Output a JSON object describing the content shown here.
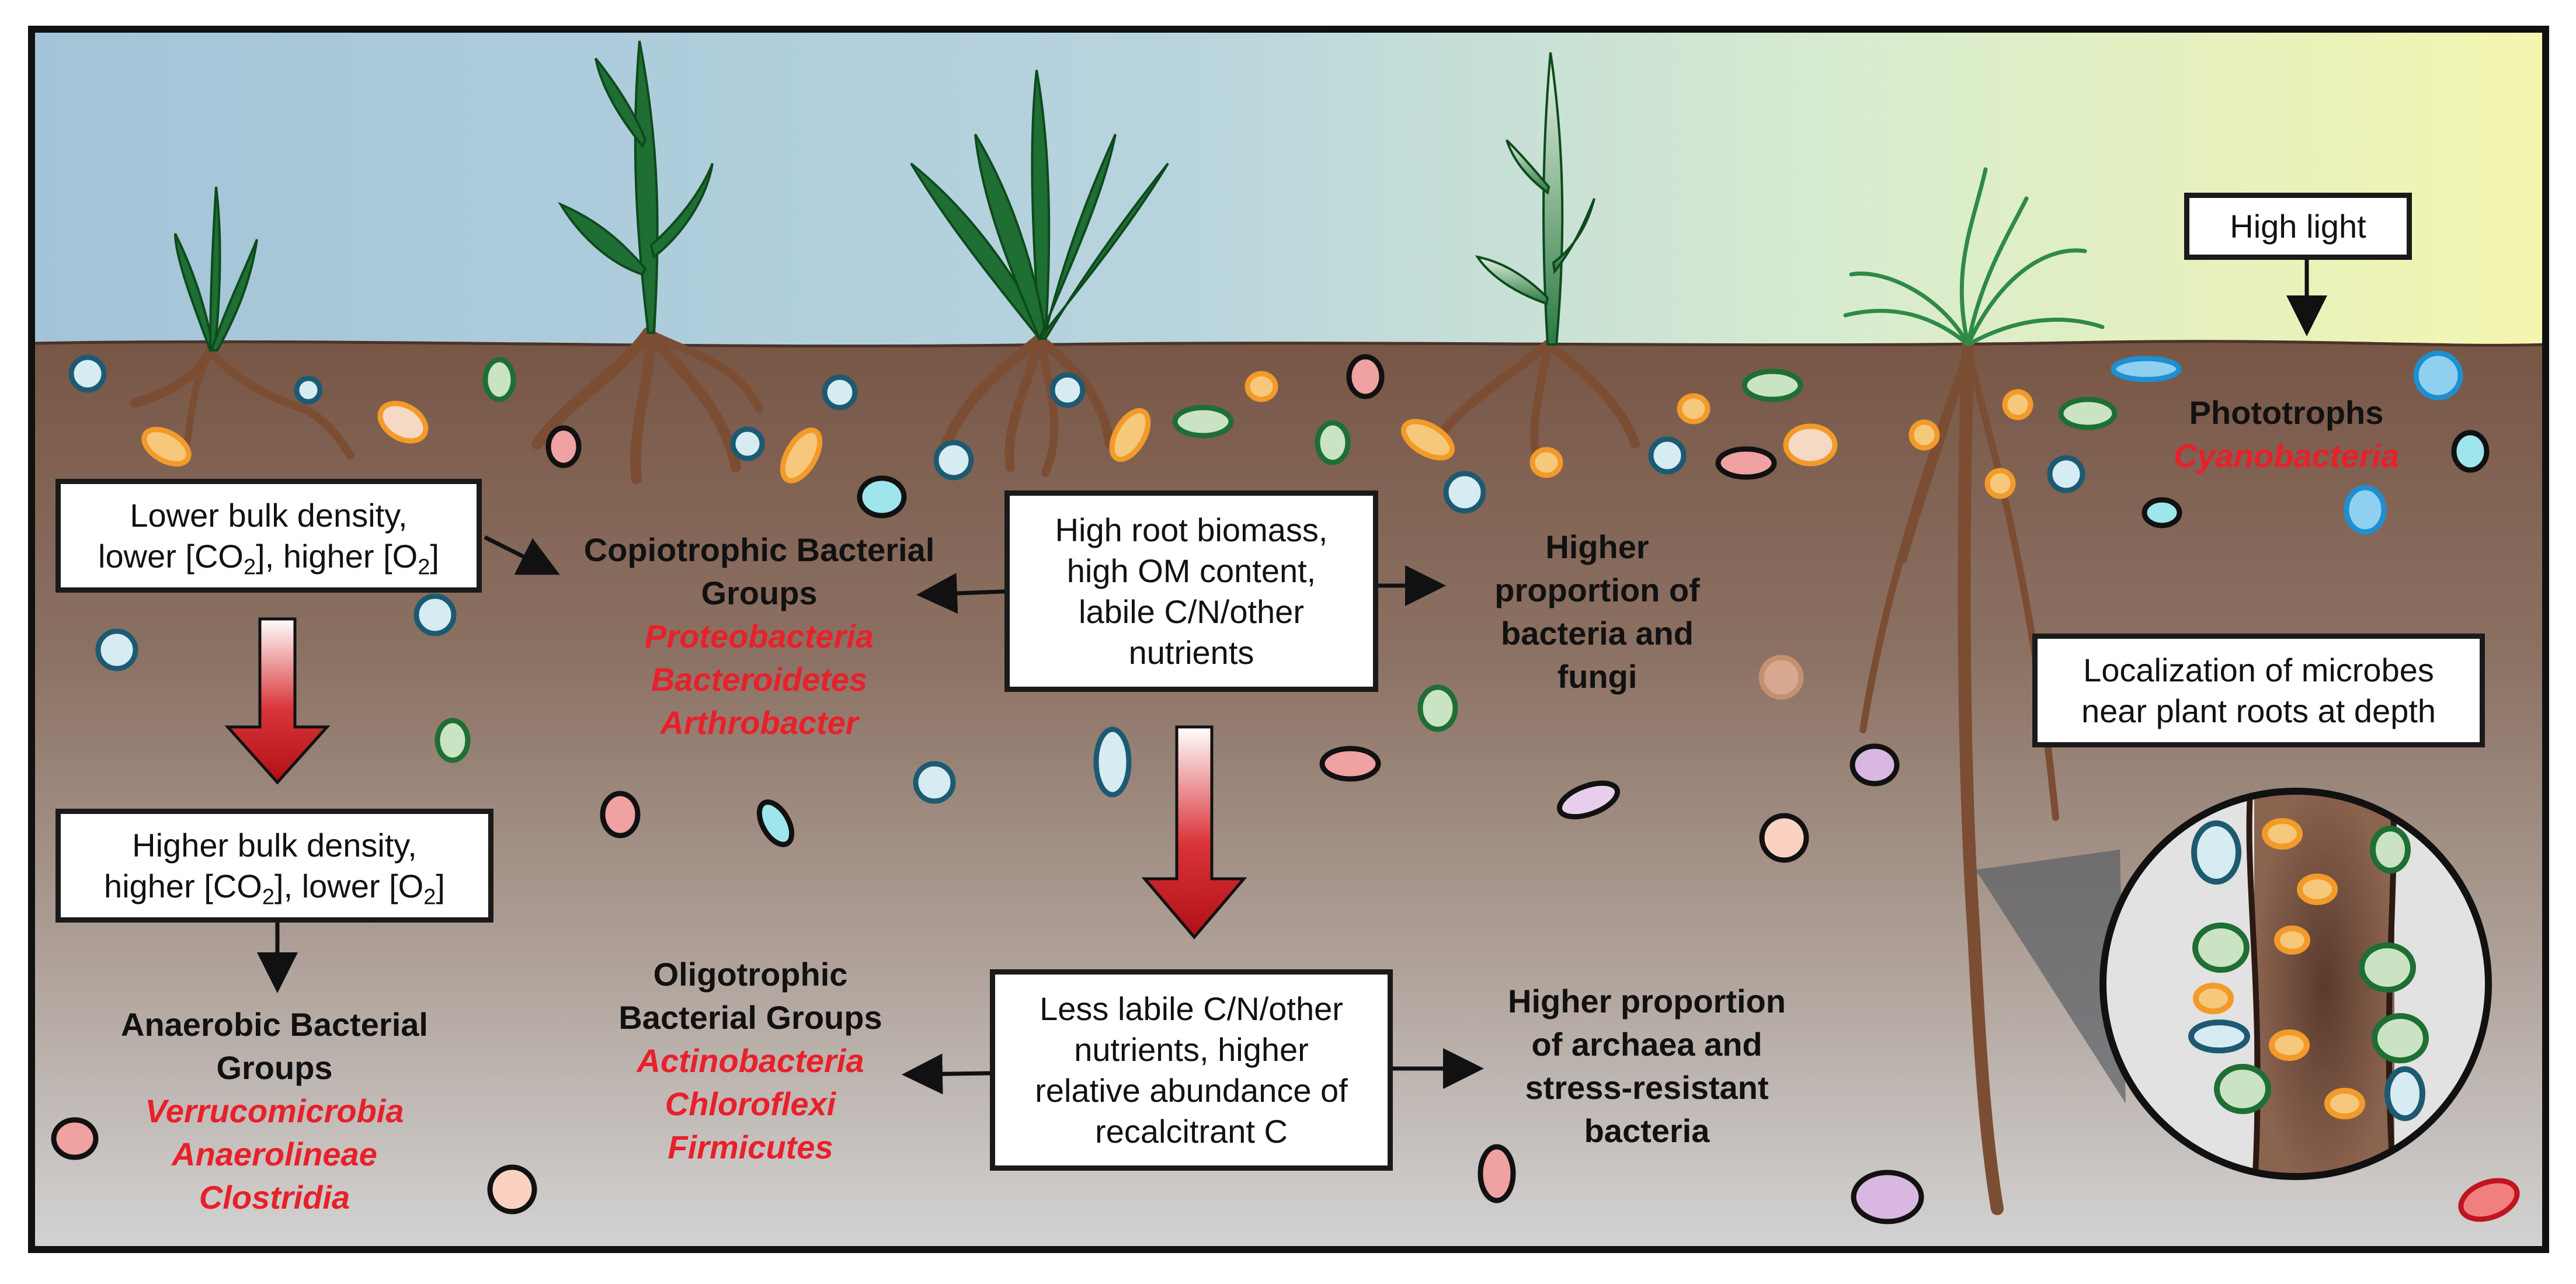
{
  "colors": {
    "sky_left": "#a6c6d8",
    "sky_right": "#f2f4b2",
    "soil_top": "#7a5a4c",
    "soil_bottom": "#cdcdcd",
    "root": "#7a4c32",
    "leaf": "#1f6e33",
    "arrow_red": "#c0151e",
    "taxa_red": "#e8202a",
    "outline": "#111111"
  },
  "boxes": {
    "high_light": "High light",
    "lower_bulk": {
      "line1": "Lower bulk density,",
      "line2a": "lower [CO",
      "line2b": "2",
      "line2c": "], higher [O",
      "line2d": "2",
      "line2e": "]"
    },
    "higher_bulk": {
      "line1": "Higher bulk density,",
      "line2a": "higher [CO",
      "line2b": "2",
      "line2c": "], lower [O",
      "line2d": "2",
      "line2e": "]"
    },
    "high_root": [
      "High root biomass,",
      "high OM content,",
      "labile C/N/other",
      "nutrients"
    ],
    "less_labile": [
      "Less labile C/N/other",
      "nutrients, higher",
      "relative abundance of",
      "recalcitrant C"
    ],
    "localization": [
      "Localization of microbes",
      "near plant roots at depth"
    ]
  },
  "labels": {
    "copiotrophic": {
      "title": [
        "Copiotrophic Bacterial",
        "Groups"
      ],
      "taxa": [
        "Proteobacteria",
        "Bacteroidetes",
        "Arthrobacter"
      ]
    },
    "oligotrophic": {
      "title": [
        "Oligotrophic",
        "Bacterial Groups"
      ],
      "taxa": [
        "Actinobacteria",
        "Chloroflexi",
        "Firmicutes"
      ]
    },
    "anaerobic": {
      "title": [
        "Anaerobic Bacterial",
        "Groups"
      ],
      "taxa": [
        "Verrucomicrobia",
        "Anaerolineae",
        "Clostridia"
      ]
    },
    "phototrophs": {
      "title": [
        "Phototrophs"
      ],
      "taxa": [
        "Cyanobacteria"
      ]
    },
    "bacteria_fungi": [
      "Higher",
      "proportion of",
      "bacteria and",
      "fungi"
    ],
    "archaea": [
      "Higher proportion",
      "of archaea and",
      "stress-resistant",
      "bacteria"
    ]
  }
}
